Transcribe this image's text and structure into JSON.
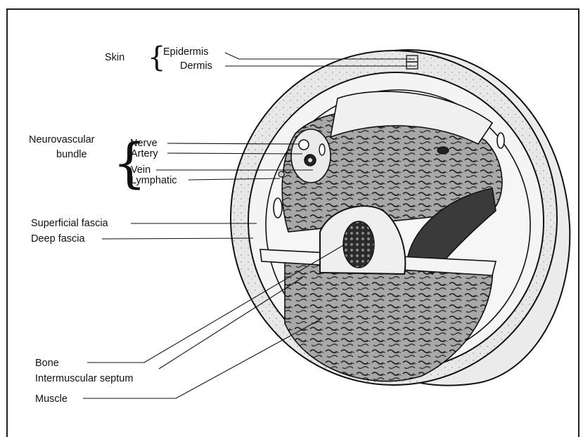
{
  "labels": {
    "skin": "Skin",
    "epidermis": "Epidermis",
    "dermis": "Dermis",
    "neurovascular_bundle_line1": "Neurovascular",
    "neurovascular_bundle_line2": "bundle",
    "nerve": "Nerve",
    "artery": "Artery",
    "vein": "Vein",
    "lymphatic": "Lymphatic",
    "superficial_fascia": "Superficial fascia",
    "deep_fascia": "Deep fascia",
    "bone": "Bone",
    "intermuscular_septum": "Intermuscular septum",
    "muscle": "Muscle"
  },
  "colors": {
    "ink": "#111111",
    "skin_fill": "#e6e6e6",
    "fascia_fill": "#f2f2f2",
    "muscle_fill": "#9a9a9a",
    "bone_fill": "#eeeeee",
    "marrow_fill": "#333333"
  }
}
